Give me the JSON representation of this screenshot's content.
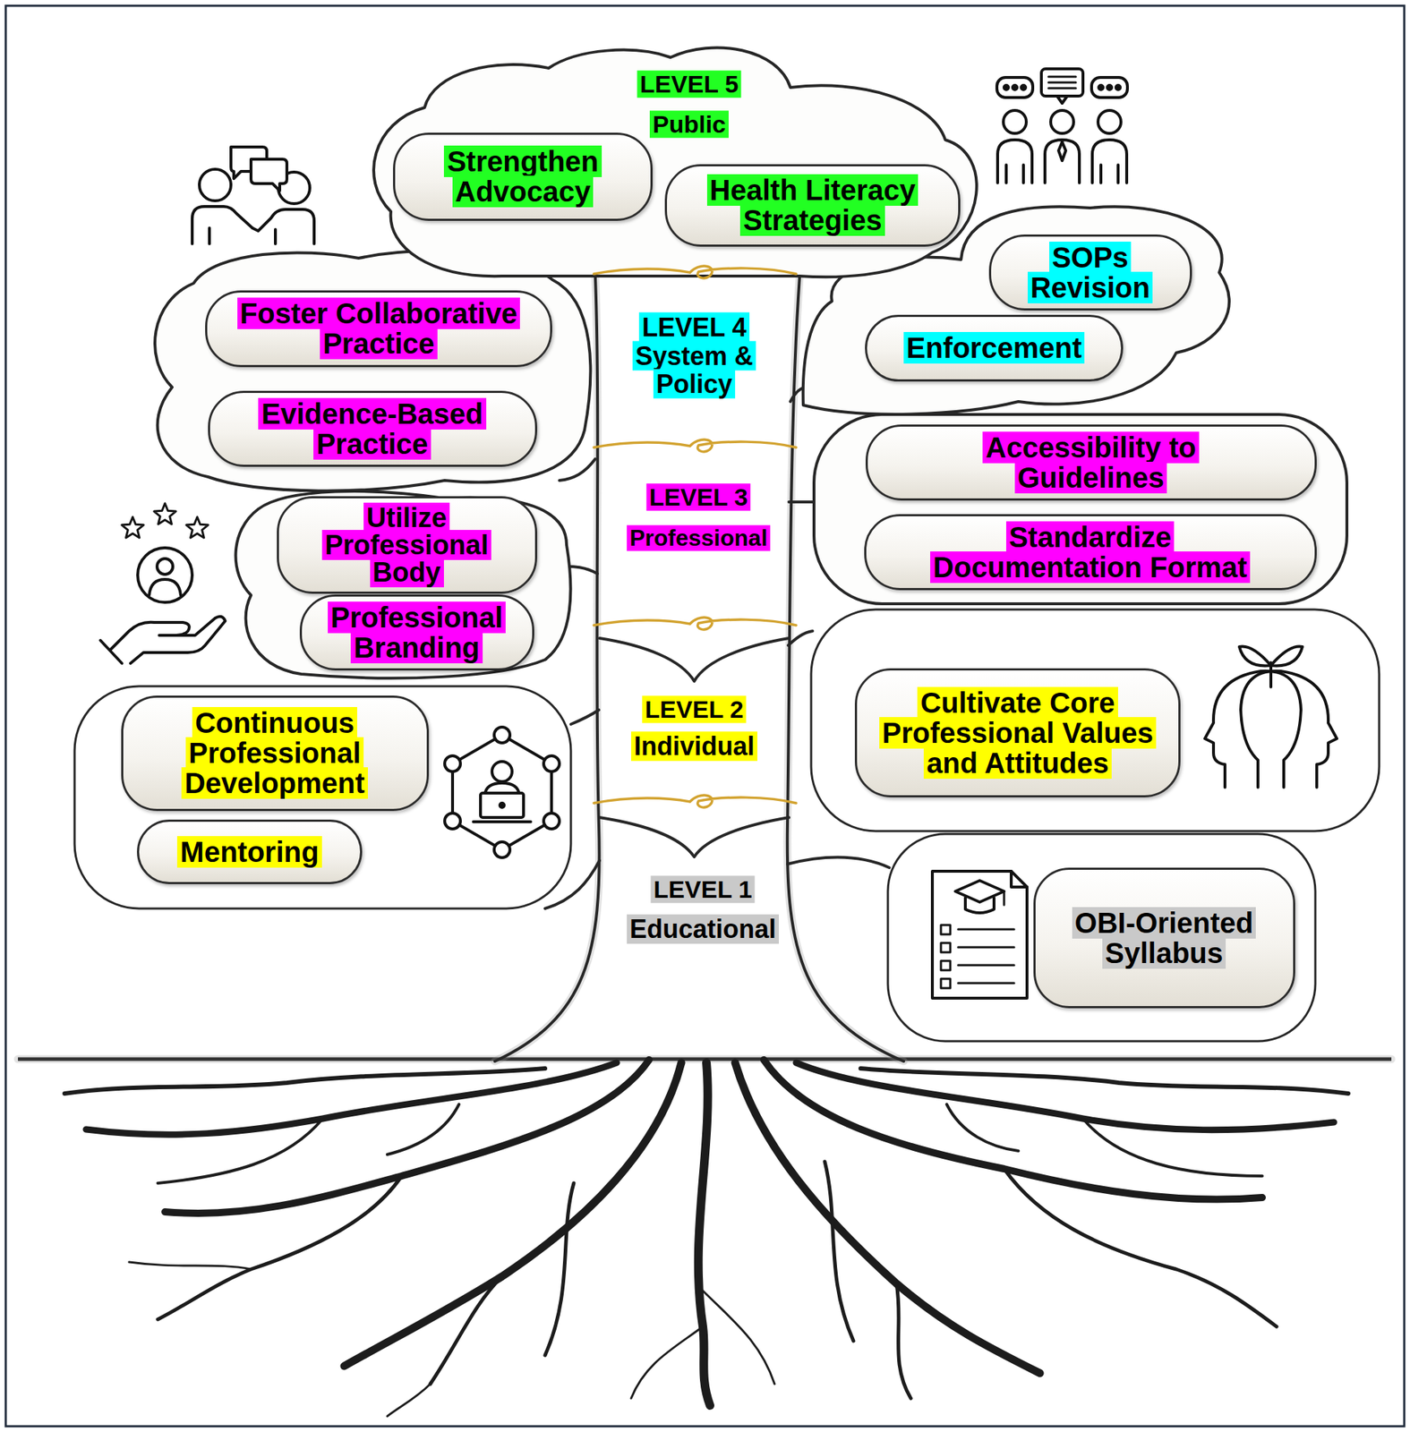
{
  "diagram": {
    "nodes": [
      {
        "text": [
          "Strengthen Advocacy"
        ]
      },
      {
        "text": [
          "Health Literacy Strategies"
        ]
      },
      {
        "text": [
          "SOPs Revision"
        ]
      },
      {
        "text": [
          "Foster Collaborative Practice"
        ]
      },
      {
        "text": [
          "Enforcement"
        ]
      },
      {
        "text": [
          "Evidence-Based Practice"
        ]
      },
      {
        "text": [
          "Accessibility to Guidelines"
        ]
      },
      {
        "text": [
          "Utilize Professional Body"
        ]
      },
      {
        "text": [
          "Standardize Documentation Format"
        ]
      },
      {
        "text": [
          "Professional Branding"
        ]
      },
      {
        "text": [
          "Continuous Professional Development"
        ]
      },
      {
        "text": [
          "Cultivate Core Professional Values and Attitudes"
        ]
      },
      {
        "text": [
          "Mentoring"
        ]
      },
      {
        "text": [
          "OBI-Oriented Syllabus"
        ]
      }
    ],
    "labels": [
      "LEVEL 5",
      "Public",
      "LEVEL 4 System & Policy",
      "LEVEL 3",
      "Professional",
      "LEVEL 2",
      "Individual",
      "LEVEL 1",
      "Educational"
    ]
  }
}
